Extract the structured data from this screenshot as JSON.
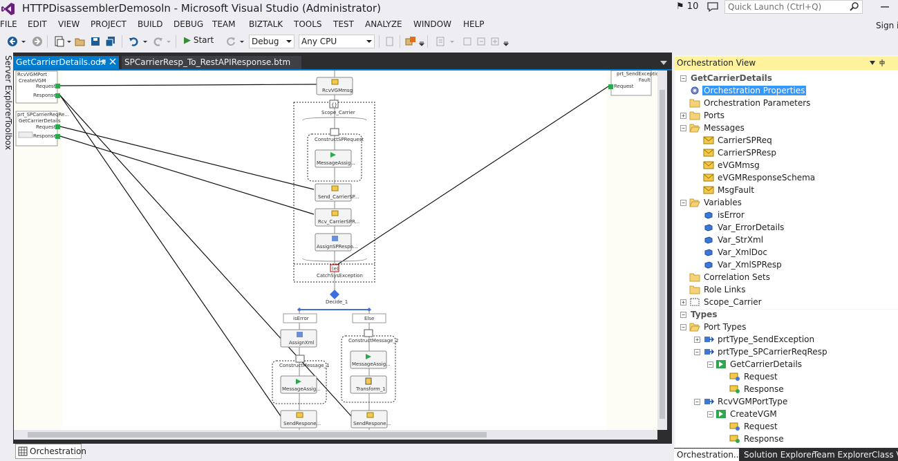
{
  "window": {
    "title": "HTTPDisassemblerDemosoln - Microsoft Visual Studio (Administrator)",
    "notification_count": "10",
    "quick_launch_placeholder": "Quick Launch (Ctrl+Q)",
    "sign_in": "Sign in"
  },
  "menu": [
    "FILE",
    "EDIT",
    "VIEW",
    "PROJECT",
    "BUILD",
    "DEBUG",
    "TEAM",
    "BIZTALK",
    "TOOLS",
    "TEST",
    "ANALYZE",
    "WINDOW",
    "HELP"
  ],
  "toolbar": {
    "start_label": "Start",
    "config": "Debug",
    "platform": "Any CPU"
  },
  "left_tabs": [
    "Server Explorer",
    "Toolbox"
  ],
  "doc_tabs": {
    "active": "GetCarrierDetails.odx",
    "second": "SPCarrierResp_To_RestAPIResponse.btm"
  },
  "orchestration": {
    "port_left_1": {
      "name": "RcvVGMPort",
      "operation": "CreateVGM",
      "request": "Request",
      "response": "Response"
    },
    "port_left_2": {
      "name": "prt_SPCarrierReqRe...",
      "operation": "GetCarrierDetails",
      "request": "Request",
      "response": "Response"
    },
    "port_right": {
      "name": "prt_SendException",
      "fault": "Fault",
      "request": "Request"
    },
    "shapes": {
      "rcv": "RcvVGMmsg",
      "scope": "Scope_Carrier",
      "construct_sp": "ConstructSPRequest",
      "msg_assign_1": "MessageAssig...",
      "send_carrier": "Send_CarrierSP...",
      "rcv_carrier": "Rcv_CarrierSPR...",
      "assign_sp": "AssignSPRespo...",
      "catch": "CatchSysException",
      "decide": "Decide_1",
      "branch_iserror": "isError",
      "branch_else": "Else",
      "assign_xml": "AssignXml",
      "construct_1": "ConstructMessage_1",
      "msg_assign_2": "MessageAssig...",
      "construct_2": "ConstructMessage_2",
      "msg_assign_3": "MessageAssig...",
      "transform": "Transform_1",
      "send_resp_1": "SendRespone...",
      "send_resp_2": "SendRespone..."
    }
  },
  "bottom_tab": "Orchestration",
  "orchestration_view": {
    "header": "Orchestration View",
    "root": "GetCarrierDetails",
    "items": {
      "properties": "Orchestration Properties",
      "parameters": "Orchestration Parameters",
      "ports": "Ports",
      "messages": "Messages",
      "msg_1": "CarrierSPReq",
      "msg_2": "CarrierSPResp",
      "msg_3": "eVGMmsg",
      "msg_4": "eVGMResponseSchema",
      "msg_5": "MsgFault",
      "variables": "Variables",
      "var_1": "isError",
      "var_2": "Var_ErrorDetails",
      "var_3": "Var_StrXml",
      "var_4": "Var_XmlDoc",
      "var_5": "Var_XmlSPResp",
      "correlation": "Correlation Sets",
      "role_links": "Role Links",
      "scope": "Scope_Carrier"
    },
    "types": {
      "header": "Types",
      "port_types": "Port Types",
      "pt_1": "prtType_SendException",
      "pt_2": "prtType_SPCarrierReqResp",
      "op_1": "GetCarrierDetails",
      "op_1_req": "Request",
      "op_1_resp": "Response",
      "pt_3": "RcvVGMPortType",
      "op_2": "CreateVGM",
      "op_2_req": "Request",
      "op_2_resp": "Response"
    },
    "bottom_tabs": [
      "Orchestration...",
      "Solution Explorer",
      "Team Explorer",
      "Class Vi"
    ]
  },
  "colors": {
    "accent": "#007acc",
    "selection": "#3399ff",
    "pane_header": "#fff29d",
    "dark_chrome": "#2d2d30"
  }
}
